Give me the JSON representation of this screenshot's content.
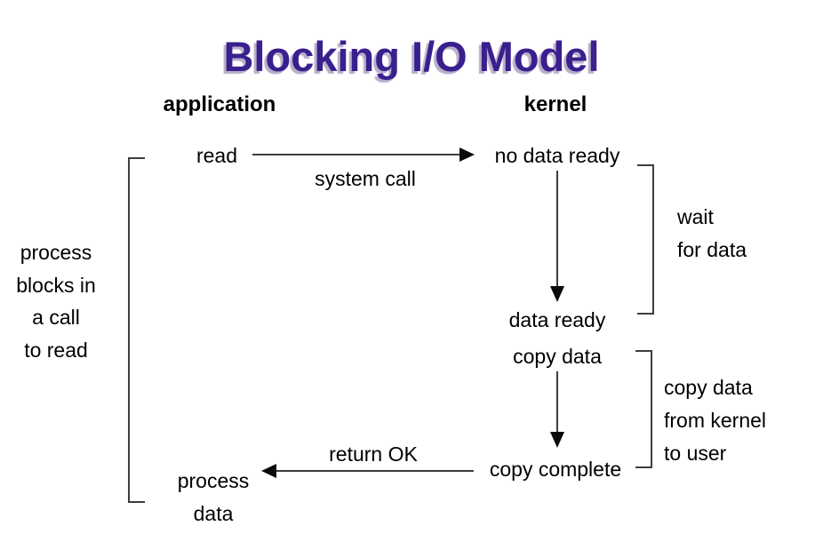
{
  "title": "Blocking I/O Model",
  "columns": {
    "application": "application",
    "kernel": "kernel"
  },
  "nodes": {
    "read": "read",
    "system_call": "system call",
    "no_data_ready": "no data ready",
    "data_ready": "data ready",
    "copy_data": "copy data",
    "copy_complete": "copy complete",
    "return_ok": "return OK",
    "process_data": [
      "process",
      "data"
    ]
  },
  "annotations": {
    "process_blocks": [
      "process",
      "blocks in",
      "a call",
      "to read"
    ],
    "wait_for_data": [
      "wait",
      "for data"
    ],
    "copy_kernel_user": [
      "copy data",
      "from kernel",
      "to user"
    ]
  },
  "icons": {
    "syscall_arrow": "right-arrow",
    "wait_arrow": "down-arrow",
    "copy_arrow": "down-arrow",
    "return_arrow": "left-arrow"
  },
  "colors": {
    "title": "#3a1f8e",
    "title_shadow": "#b9aec9",
    "text": "#000000",
    "line": "#3d3d3d"
  }
}
